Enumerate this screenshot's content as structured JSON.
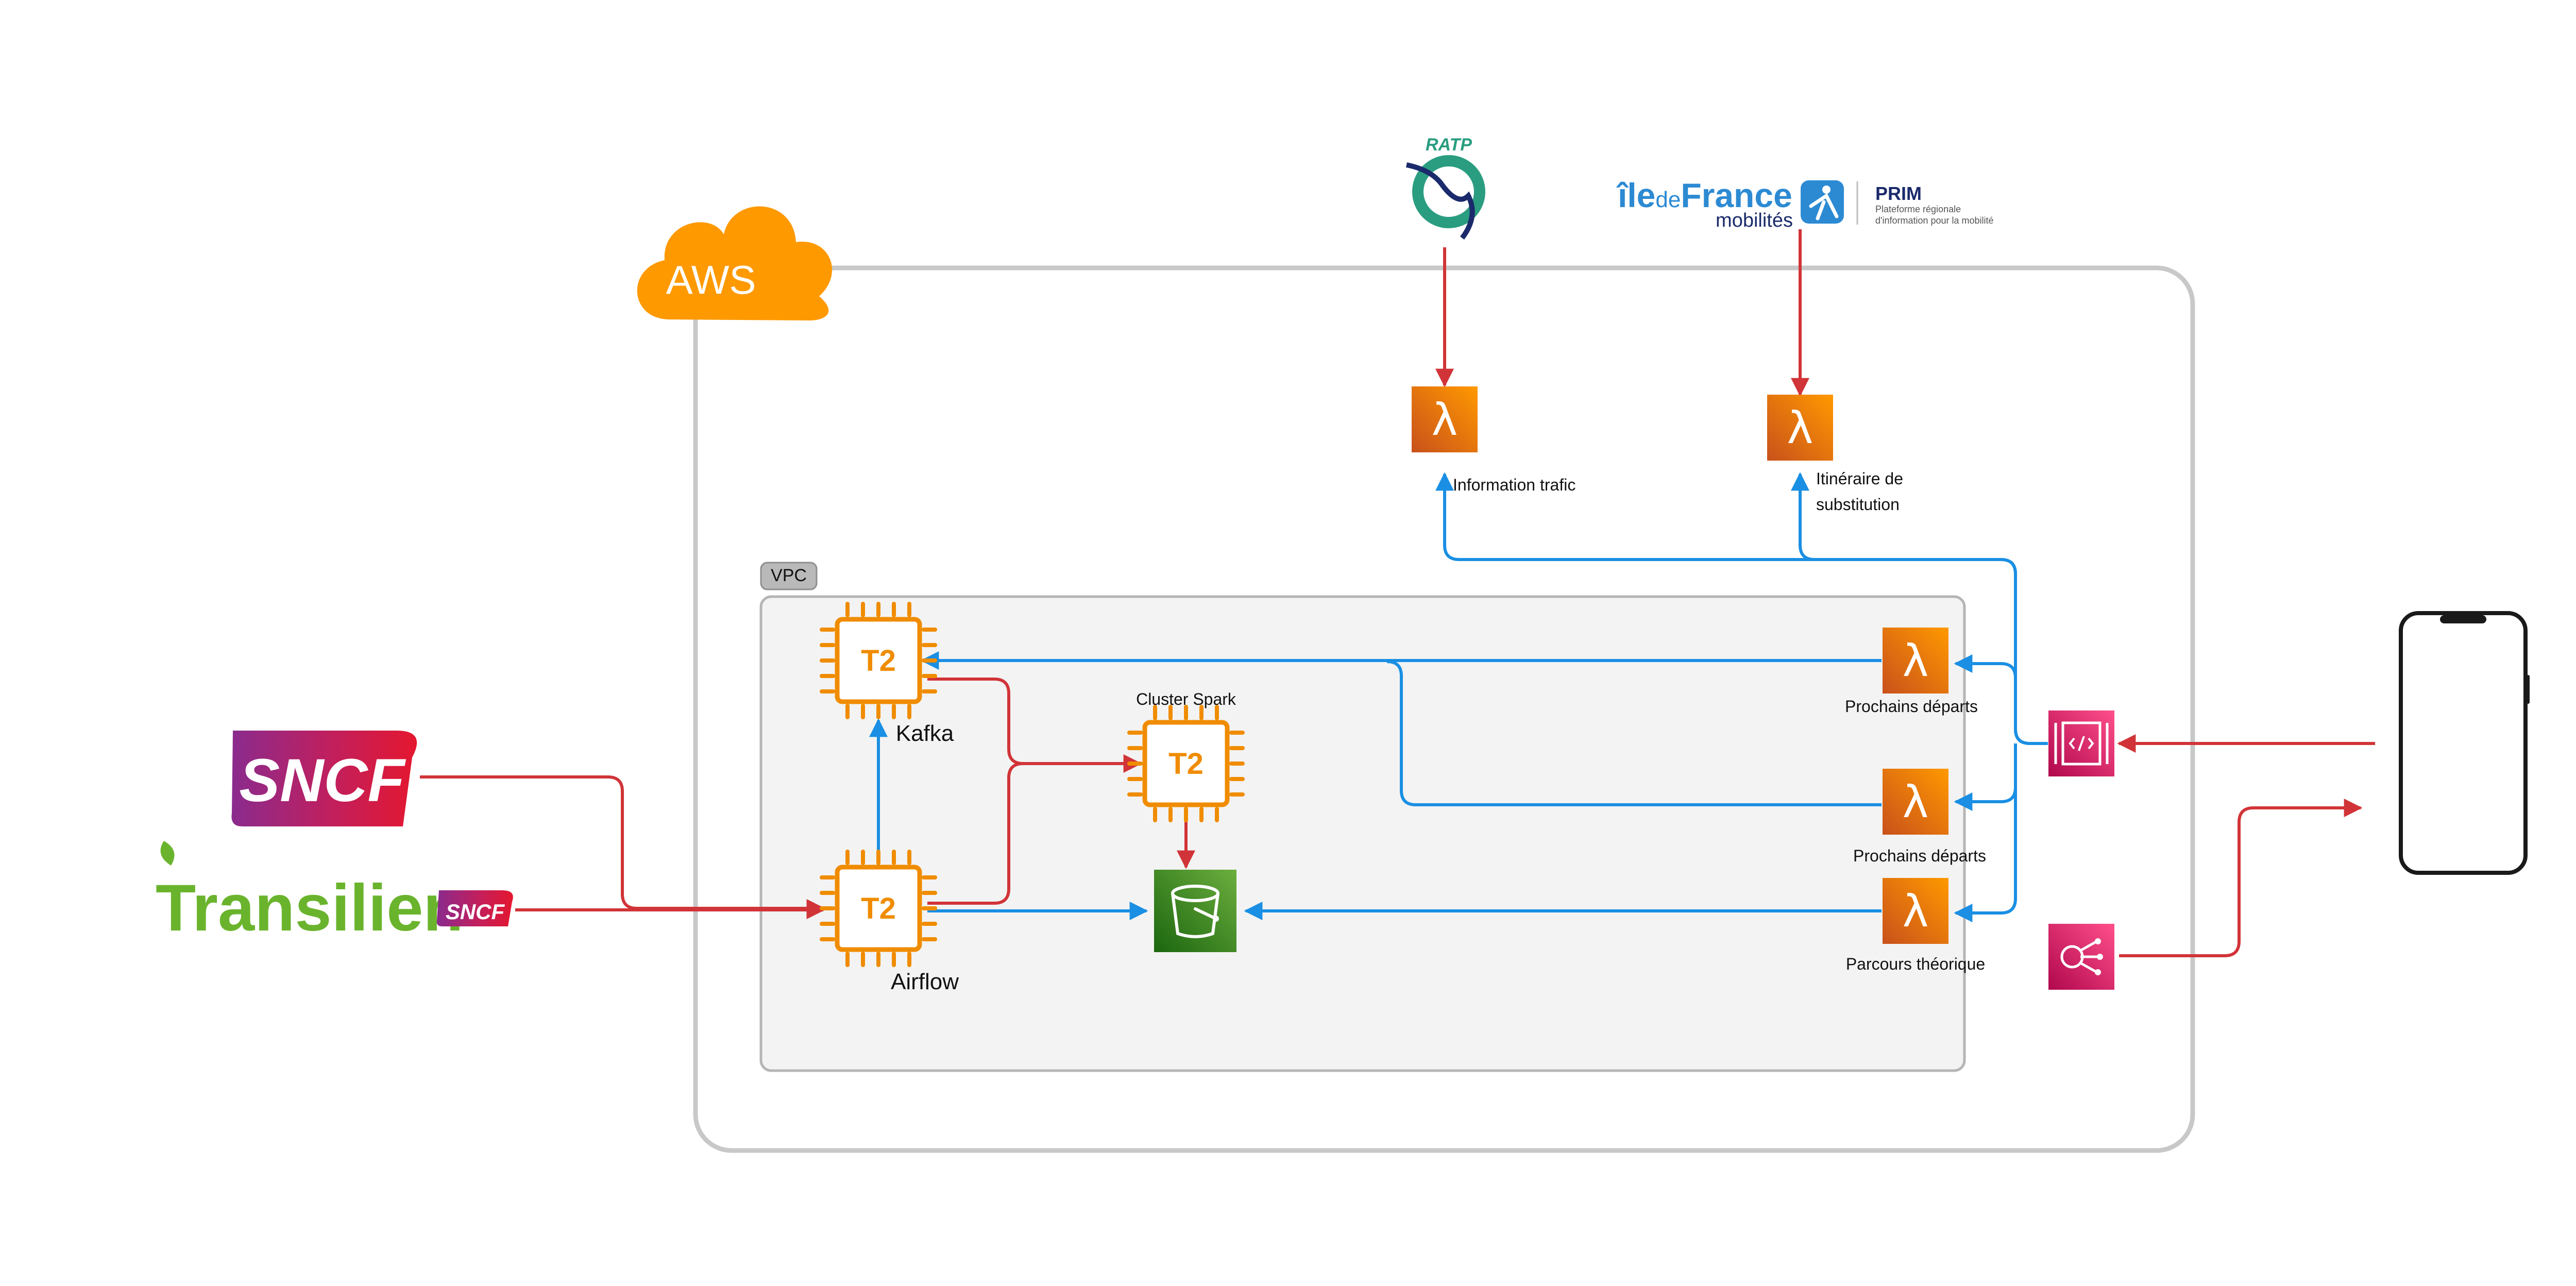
{
  "cloud": {
    "label": "AWS"
  },
  "vpc": {
    "label": "VPC"
  },
  "instances": {
    "kafka": {
      "chip": "T2",
      "label": "Kafka"
    },
    "airflow": {
      "chip": "T2",
      "label": "Airflow"
    },
    "spark": {
      "chip": "T2",
      "label": "Cluster Spark"
    }
  },
  "lambdas": {
    "info_trafic": {
      "glyph": "λ",
      "label": "Information trafic"
    },
    "itineraire": {
      "glyph": "λ",
      "label_line1": "Itinéraire de",
      "label_line2": "substitution"
    },
    "prochains_1": {
      "glyph": "λ",
      "label": "Prochains départs"
    },
    "prochains_2": {
      "glyph": "λ",
      "label": "Prochains départs"
    },
    "parcours": {
      "glyph": "λ",
      "label": "Parcours théorique"
    }
  },
  "sources": {
    "sncf": {
      "text": "SNCF"
    },
    "transilien": {
      "text": "Transilien",
      "badge": "SNCF"
    },
    "ratp": {
      "text": "RATP"
    },
    "idfm": {
      "brand_1": "île",
      "brand_2": "de",
      "brand_3": "France",
      "brand_sub": "mobilités",
      "prim_title": "PRIM",
      "prim_line1": "Plateforme régionale",
      "prim_line2": "d'information pour la mobilité"
    }
  },
  "colors": {
    "red_arrow": "#d13438",
    "blue_arrow": "#1a8fe3",
    "aws_orange": "#ff9900",
    "ec2_orange": "#f08c00",
    "lambda_orange": "#e8731a",
    "s3_green": "#3f8624",
    "api_pink": "#e7157b",
    "vpc_fill": "#f3f3f3",
    "frame_gray": "#c8c8c8",
    "sncf_purple": "#8a2b8e",
    "sncf_red": "#e4172f",
    "transilien_green": "#6ab42d",
    "ratp_teal": "#2a9d80",
    "idfm_blue": "#2c8ad3"
  },
  "icons": {
    "api_gateway": "api-gateway-icon",
    "sns": "sns-icon",
    "s3": "s3-bucket-icon",
    "phone": "smartphone-icon"
  }
}
